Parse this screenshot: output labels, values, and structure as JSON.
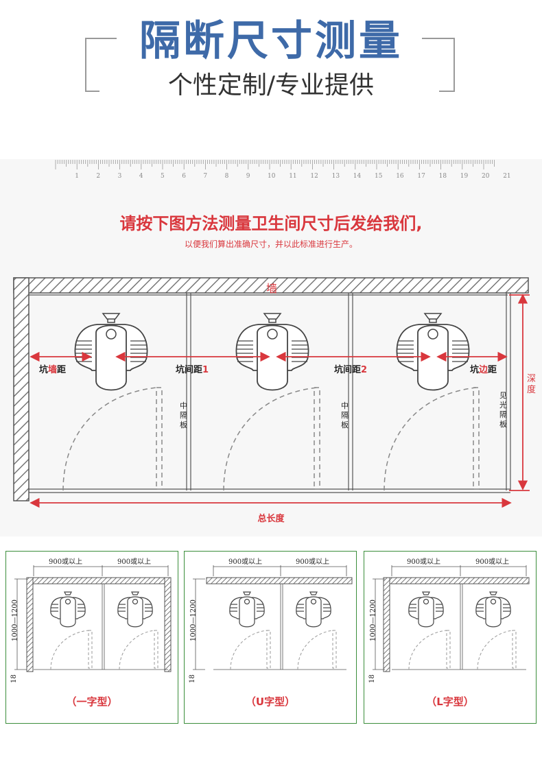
{
  "header": {
    "title": "隔断尺寸测量",
    "subtitle": "个性定制/专业提供"
  },
  "ruler": {
    "numbers": [
      "1",
      "2",
      "3",
      "4",
      "5",
      "6",
      "7",
      "8",
      "9",
      "10",
      "11",
      "12",
      "13",
      "14",
      "15",
      "16",
      "17",
      "18",
      "19",
      "20",
      "21"
    ]
  },
  "instruction": {
    "main": "请按下图方法测量卫生间尺寸后发给我们,",
    "sub": "以便我们算出准确尺寸，并以此标准进行生产。"
  },
  "plan": {
    "wall_label": "墙",
    "dim_wall_prefix": "坑",
    "dim_wall_red": "墙",
    "dim_wall_suffix": "距",
    "dim_pit1_prefix": "坑间距",
    "dim_pit1_num": "1",
    "dim_pit2_prefix": "坑间距",
    "dim_pit2_num": "2",
    "dim_edge_prefix": "坑",
    "dim_edge_red": "边",
    "dim_edge_suffix": "距",
    "middle_panel_1": "中隔板",
    "middle_panel_2": "中隔板",
    "visible_panel": "见光隔板",
    "depth": "深度",
    "total_length": "总长度"
  },
  "layouts": [
    {
      "dim_left": "900或以上",
      "dim_right": "900或以上",
      "depth_dim": "1000—1200",
      "gap_dim": "18",
      "caption": "（一字型）"
    },
    {
      "dim_left": "900或以上",
      "dim_right": "900或以上",
      "depth_dim": "1000—1200",
      "gap_dim": "18",
      "caption": "（U字型）"
    },
    {
      "dim_left": "900或以上",
      "dim_right": "900或以上",
      "depth_dim": "1000—1200",
      "gap_dim": "18",
      "caption": "（L字型）"
    }
  ],
  "colors": {
    "title_blue": "#3e6aa8",
    "accent_red": "#d9373d",
    "panel_green": "#3a8d3a"
  }
}
